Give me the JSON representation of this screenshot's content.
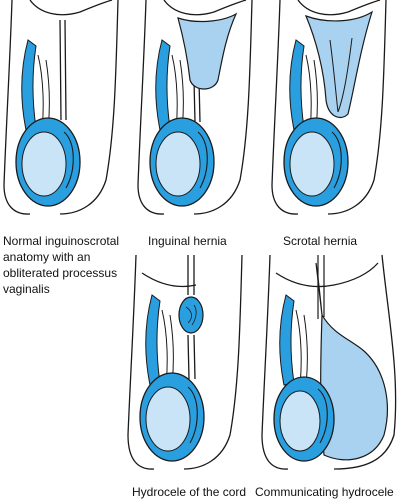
{
  "captions": {
    "normal": "Normal inguinoscrotal anatomy with an obliterated processus vaginalis",
    "inguinal_hernia": "Inguinal hernia",
    "scrotal_hernia": "Scrotal hernia",
    "hydrocele_cord": "Hydrocele of the cord",
    "communicating_hydrocele": "Communicating hydrocele"
  },
  "colors": {
    "outline": "#1a1a1a",
    "tunica": "#2a9fe0",
    "testis": "#c9e4f7",
    "sac": "#a9d2f0",
    "fluid": "#2a9fe0"
  }
}
